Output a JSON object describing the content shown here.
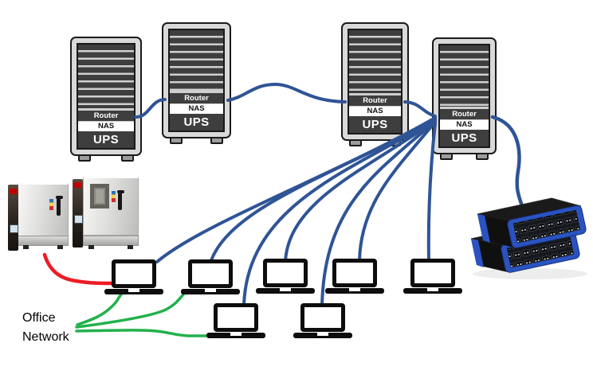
{
  "diagram": {
    "type": "network-topology",
    "office_network_label": {
      "line1": "Office",
      "line2": "Network"
    }
  },
  "rack_labels": {
    "router": "Router",
    "nas": "NAS",
    "ups": "UPS"
  },
  "devices": {
    "server_racks": 4,
    "laptops": 7,
    "test_chambers": 2,
    "stacked_port_units": 2
  },
  "colors": {
    "lan_cable_blue": "#2f5496",
    "office_cable_green": "#22b14c",
    "chamber_cable_red": "#ed1c24",
    "rack_frame_gray": "#d9d9d9",
    "rack_dark": "#3e3e3e",
    "port_unit_blue": "#2a53c1"
  },
  "connections": [
    {
      "from": "rack-1 Router",
      "to": "rack-2 Router",
      "cable": "blue"
    },
    {
      "from": "rack-2 Router",
      "to": "rack-3 Router",
      "cable": "blue"
    },
    {
      "from": "rack-3 Router",
      "to": "rack-4 Router",
      "cable": "blue"
    },
    {
      "from": "rack-4 Router",
      "to": "laptop-1",
      "cable": "blue"
    },
    {
      "from": "rack-4 Router",
      "to": "laptop-2",
      "cable": "blue"
    },
    {
      "from": "rack-4 Router",
      "to": "laptop-3",
      "cable": "blue"
    },
    {
      "from": "rack-4 Router",
      "to": "laptop-4",
      "cable": "blue"
    },
    {
      "from": "rack-4 Router",
      "to": "laptop-5",
      "cable": "blue"
    },
    {
      "from": "rack-4 Router",
      "to": "laptop-6",
      "cable": "blue"
    },
    {
      "from": "rack-4 Router",
      "to": "laptop-7",
      "cable": "blue"
    },
    {
      "from": "rack-4 Router",
      "to": "port-unit-stack",
      "cable": "blue"
    },
    {
      "from": "office-network",
      "to": "laptop-1",
      "cable": "green"
    },
    {
      "from": "office-network",
      "to": "laptop-2",
      "cable": "green"
    },
    {
      "from": "office-network",
      "to": "laptop-6",
      "cable": "green"
    },
    {
      "from": "chamber-1",
      "to": "laptop-1",
      "cable": "red"
    }
  ]
}
